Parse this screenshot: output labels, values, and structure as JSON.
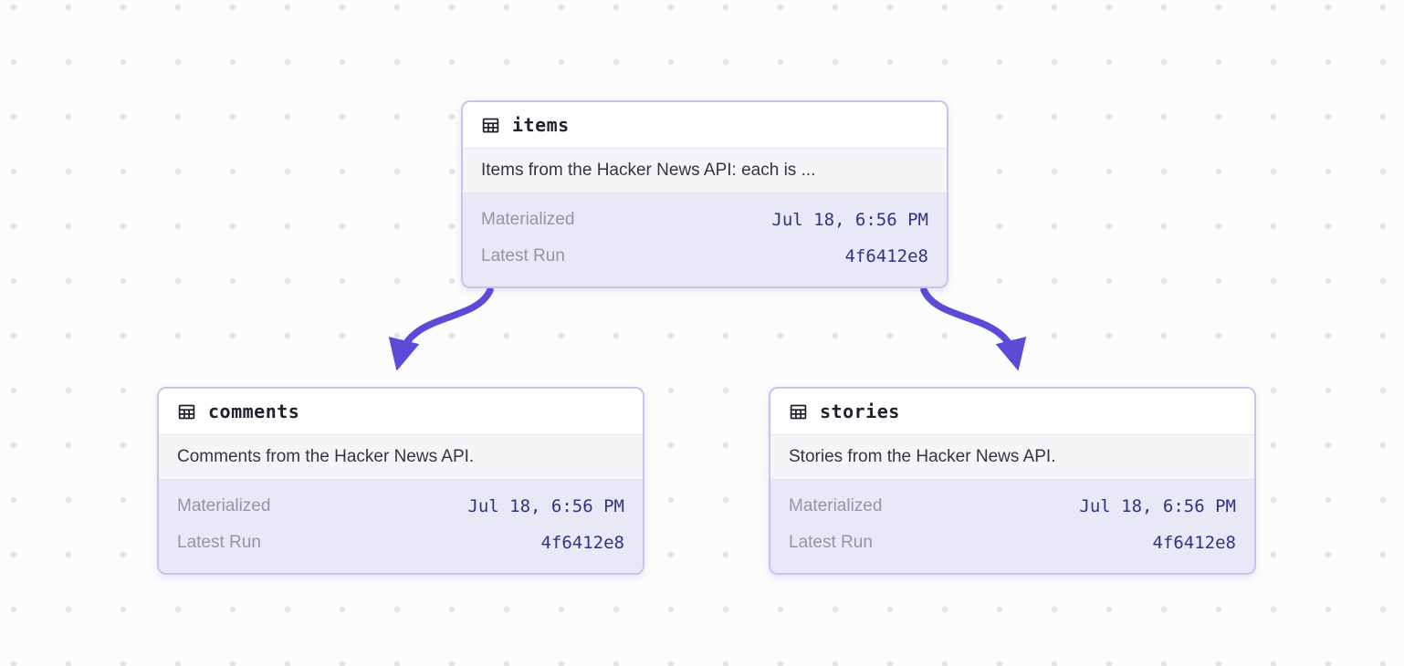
{
  "canvas": {
    "background": "#FCFCFD",
    "dot_color": "#E4E4E8"
  },
  "colors": {
    "node_border": "#C7C2EE",
    "arrow": "#5B4BD6",
    "footer_bg": "#E9E8F6",
    "value_text": "#34327F",
    "icon": "#21212B"
  },
  "nodes": [
    {
      "id": "items",
      "name": "items",
      "description": "Items from the Hacker News API: each is ...",
      "materialized_label": "Materialized",
      "materialized_value": "Jul 18, 6:56 PM",
      "latest_run_label": "Latest Run",
      "latest_run_value": "4f6412e8"
    },
    {
      "id": "comments",
      "name": "comments",
      "description": "Comments from the Hacker News API.",
      "materialized_label": "Materialized",
      "materialized_value": "Jul 18, 6:56 PM",
      "latest_run_label": "Latest Run",
      "latest_run_value": "4f6412e8"
    },
    {
      "id": "stories",
      "name": "stories",
      "description": "Stories from the Hacker News API.",
      "materialized_label": "Materialized",
      "materialized_value": "Jul 18, 6:56 PM",
      "latest_run_label": "Latest Run",
      "latest_run_value": "4f6412e8"
    }
  ],
  "edges": [
    {
      "from": "items",
      "to": "comments"
    },
    {
      "from": "items",
      "to": "stories"
    }
  ]
}
